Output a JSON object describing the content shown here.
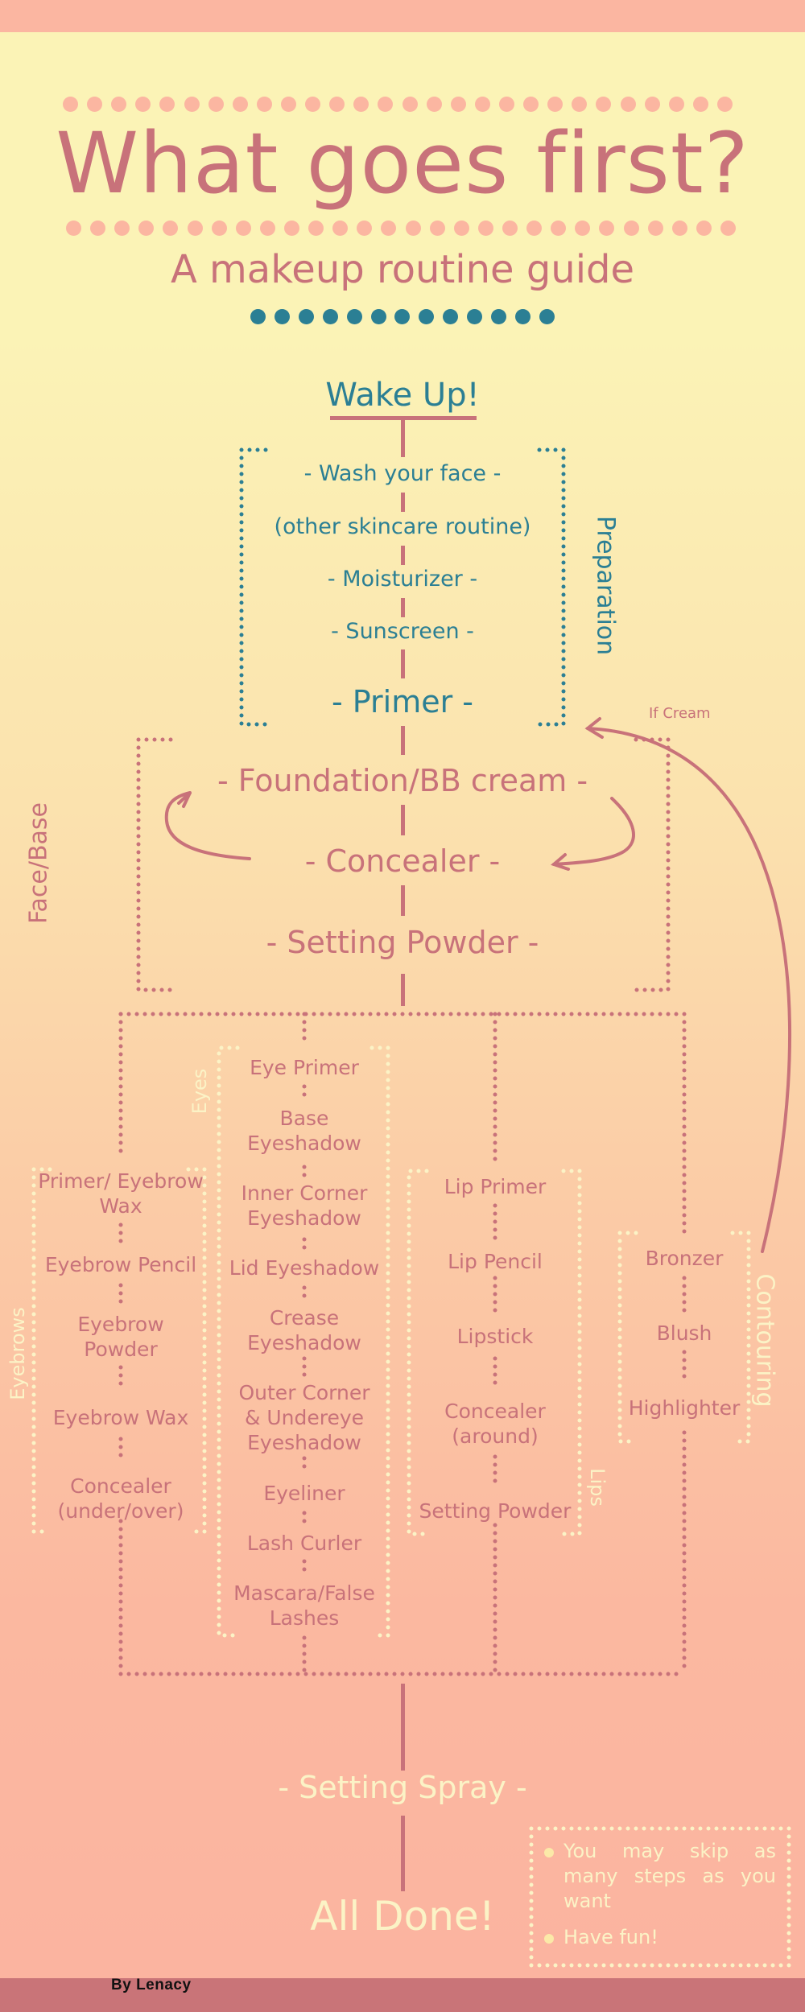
{
  "header": {
    "title": "What goes first?",
    "subtitle": "A makeup routine guide"
  },
  "colors": {
    "rose": "#c8727a",
    "teal": "#2b7f94",
    "peach_dots": "#fbb6a1",
    "cream": "#fbf3c6",
    "background_top": "#fbf3b6",
    "background_bottom": "#fbb4a0",
    "footer_band": "#c97478"
  },
  "start": "Wake Up!",
  "preparation": {
    "label": "Preparation",
    "steps": [
      "- Wash your face -",
      "(other skincare routine)",
      "- Moisturizer -",
      "- Sunscreen -",
      "- Primer -"
    ]
  },
  "face_base": {
    "label": "Face/Base",
    "steps": [
      "- Foundation/BB cream -",
      "- Concealer -",
      "- Setting Powder -"
    ],
    "loop_note": "If Cream"
  },
  "groups": {
    "eyebrows": {
      "label": "Eyebrows",
      "steps": [
        "Primer/ Eyebrow Wax",
        "Eyebrow Pencil",
        "Eyebrow Powder",
        "Eyebrow Wax",
        "Concealer (under/over)"
      ]
    },
    "eyes": {
      "label": "Eyes",
      "steps": [
        "Eye Primer",
        "Base Eyeshadow",
        "Inner Corner Eyeshadow",
        "Lid Eyeshadow",
        "Crease Eyeshadow",
        "Outer Corner & Undereye Eyeshadow",
        "Eyeliner",
        "Lash Curler",
        "Mascara/False Lashes"
      ]
    },
    "lips": {
      "label": "Lips",
      "steps": [
        "Lip Primer",
        "Lip Pencil",
        "Lipstick",
        "Concealer (around)",
        "Setting Powder"
      ]
    },
    "contouring": {
      "label": "Contouring",
      "steps": [
        "Bronzer",
        "Blush",
        "Highlighter"
      ]
    }
  },
  "finish": {
    "spray": "- Setting Spray -",
    "done": "All Done!"
  },
  "notes": [
    "You may skip as many steps as you want",
    "Have fun!"
  ],
  "credit": "By Lenacy"
}
